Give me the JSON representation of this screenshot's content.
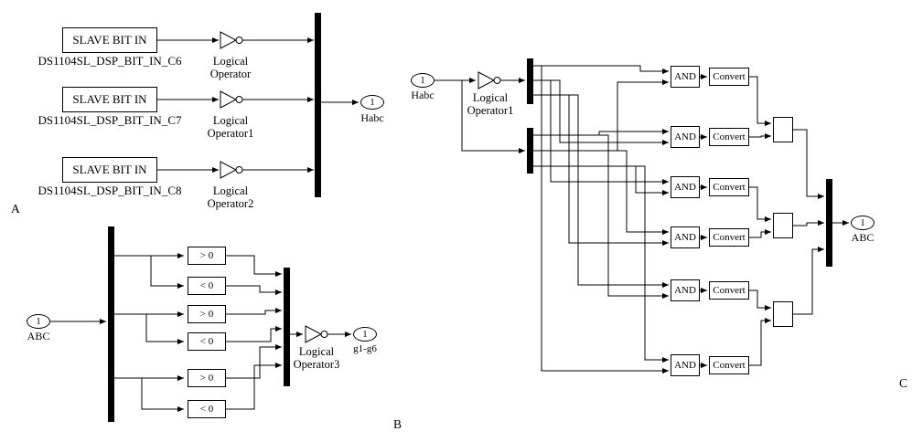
{
  "background": "#ffffff",
  "line_color": "#000000",
  "sections": {
    "a": {
      "label": "A",
      "slave_blocks": [
        {
          "title": "SLAVE BIT IN",
          "caption": "DS1104SL_DSP_BIT_IN_C6"
        },
        {
          "title": "SLAVE BIT IN",
          "caption": "DS1104SL_DSP_BIT_IN_C7"
        },
        {
          "title": "SLAVE BIT IN",
          "caption": "DS1104SL_DSP_BIT_IN_C8"
        }
      ],
      "gate_captions": [
        "Logical\nOperator",
        "Logical\nOperator1",
        "Logical\nOperator2"
      ],
      "outport": {
        "number": "1",
        "name": "Habc"
      }
    },
    "b": {
      "label": "B",
      "inport": {
        "number": "1",
        "name": "ABC"
      },
      "compare_blocks": [
        "> 0",
        "< 0",
        "> 0",
        "< 0",
        "> 0",
        "< 0"
      ],
      "gate_caption": "Logical\nOperator3",
      "outport": {
        "number": "1",
        "name": "g1-g6"
      }
    },
    "c": {
      "label": "C",
      "inport": {
        "number": "1",
        "name": "Habc"
      },
      "gate_caption": "Logical\nOperator1",
      "and_blocks": [
        "AND",
        "AND",
        "AND",
        "AND",
        "AND",
        "AND"
      ],
      "convert_blocks": [
        "Convert",
        "Convert",
        "Convert",
        "Convert",
        "Convert",
        "Convert"
      ],
      "outport": {
        "number": "1",
        "name": "ABC"
      }
    }
  }
}
